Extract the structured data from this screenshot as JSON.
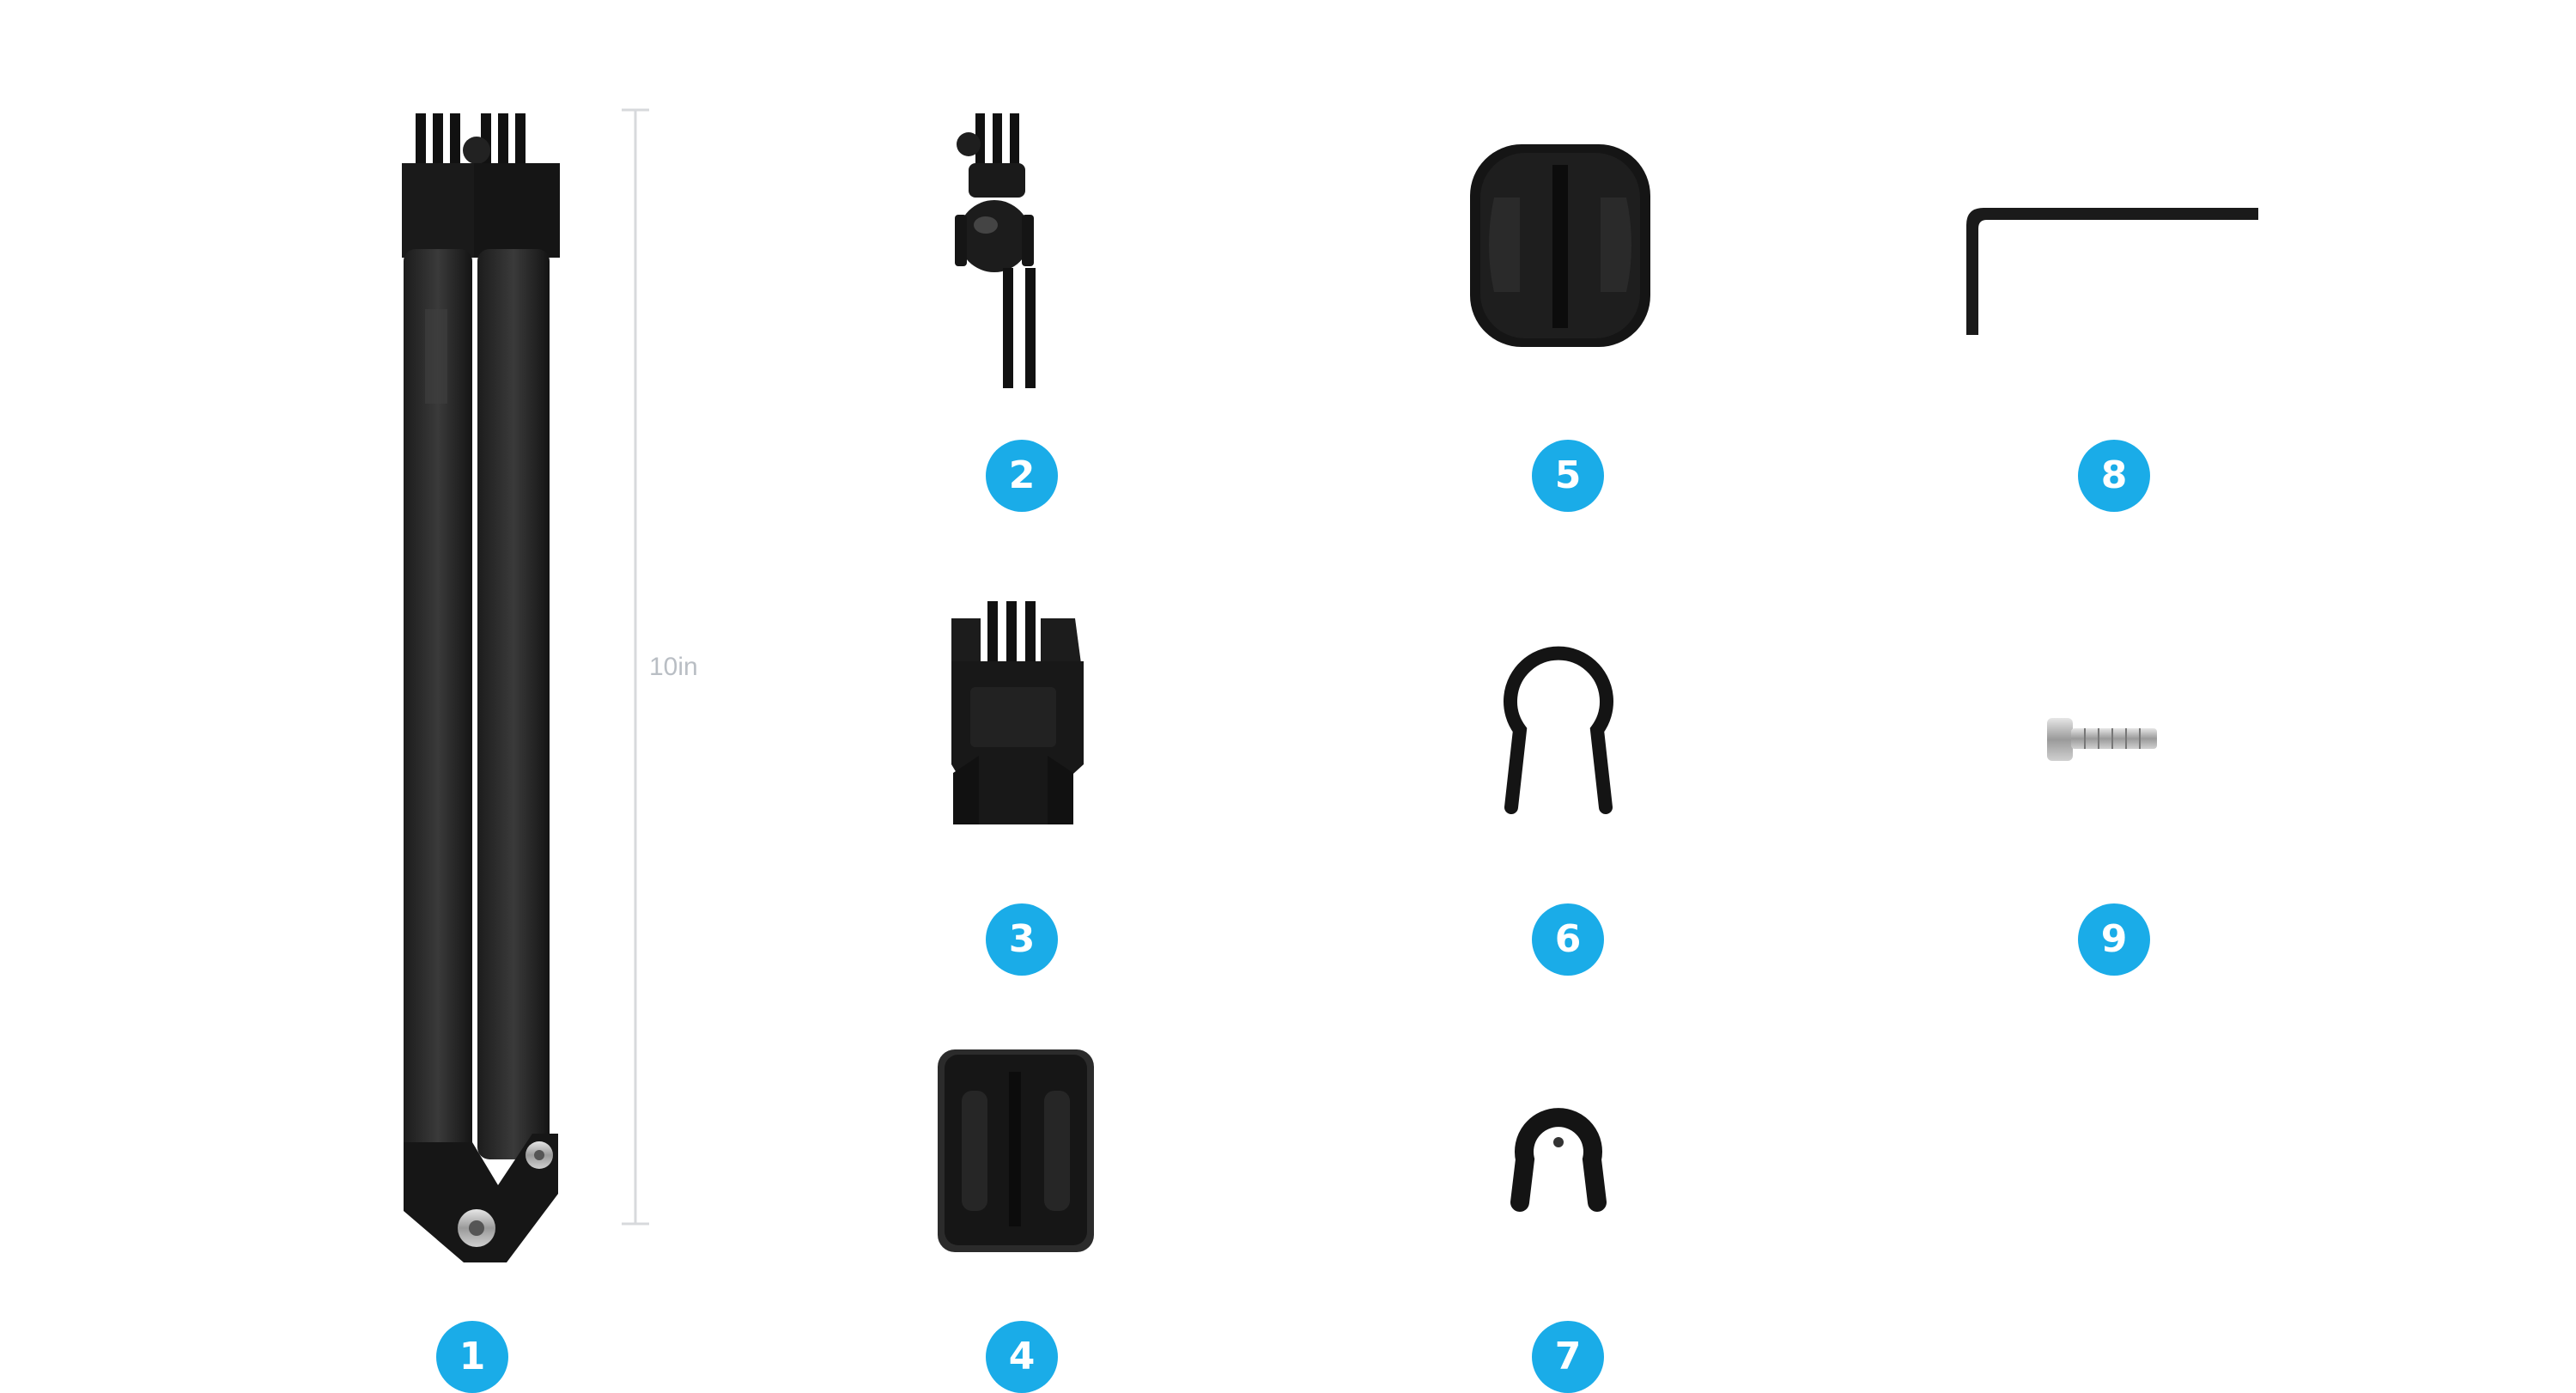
{
  "dimension_label": "10in",
  "accent_color": "#1aace8",
  "items": [
    {
      "number": "1",
      "icon": "extension-arm-icon"
    },
    {
      "number": "2",
      "icon": "ball-joint-buckle-icon"
    },
    {
      "number": "3",
      "icon": "quick-release-buckle-icon"
    },
    {
      "number": "4",
      "icon": "flat-adhesive-mount-icon"
    },
    {
      "number": "5",
      "icon": "curved-adhesive-mount-icon"
    },
    {
      "number": "6",
      "icon": "large-tube-clamp-icon"
    },
    {
      "number": "7",
      "icon": "small-tube-clamp-icon"
    },
    {
      "number": "8",
      "icon": "allen-wrench-icon"
    },
    {
      "number": "9",
      "icon": "thumb-screw-icon"
    }
  ]
}
